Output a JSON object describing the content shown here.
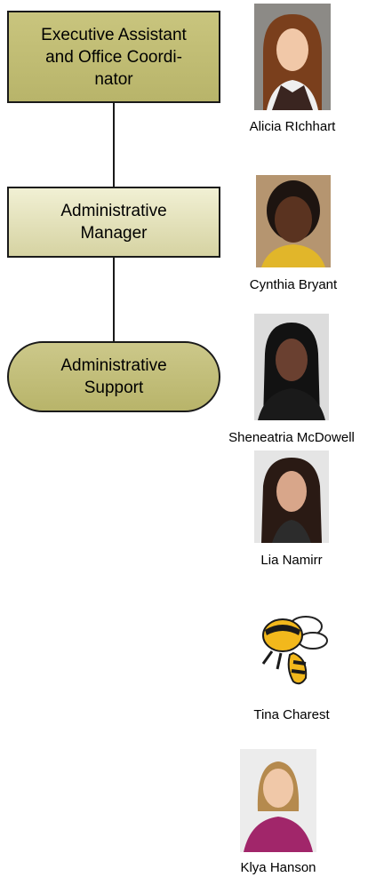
{
  "nodes": [
    {
      "lines": [
        "Executive Assistant",
        "and Office Coordi-",
        "nator"
      ]
    },
    {
      "lines": [
        "Administrative",
        "Manager"
      ]
    },
    {
      "lines": [
        "Administrative",
        "Support"
      ]
    }
  ],
  "people": [
    {
      "name": "Alicia RIchhart",
      "photo": "woman-portrait-auburn-hair"
    },
    {
      "name": "Cynthia Bryant",
      "photo": "woman-portrait-dark-hair"
    },
    {
      "name": "Sheneatria McDowell",
      "photo": "woman-portrait-black-hair"
    },
    {
      "name": "Lia Namirr",
      "photo": "woman-portrait-long-brown-hair"
    },
    {
      "name": "Tina Charest",
      "photo": "yellow-jacket-mascot"
    },
    {
      "name": "Klya Hanson",
      "photo": "woman-portrait-blonde-hair"
    }
  ],
  "colors": {
    "box_dark": "#c0bc72",
    "box_light": "#ebe9c6",
    "border": "#1a1a1a"
  }
}
